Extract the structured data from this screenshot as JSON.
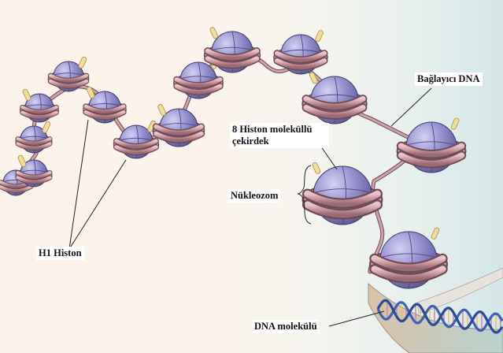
{
  "labels": {
    "linker_dna": "Bağlayıcı DNA",
    "histone_core": "8 Histon moleküllü çekirdek",
    "nucleosome": "Nükleozom",
    "h1_histone": "H1 Histon",
    "dna_molecule": "DNA molekülü"
  },
  "colors": {
    "background_left": "#fbf3ea",
    "background_right": "#d4e6e7",
    "core_fill": "#8f8ac8",
    "core_highlight": "#c9c6ee",
    "dna_wrap": "#cfa2ab",
    "dna_wrap_edge": "#6e4b53",
    "h1_histone": "#f1dd9a",
    "helix_blue": "#3f62b8",
    "helix_rung": "#d58a9c",
    "leader_line": "#222222"
  }
}
